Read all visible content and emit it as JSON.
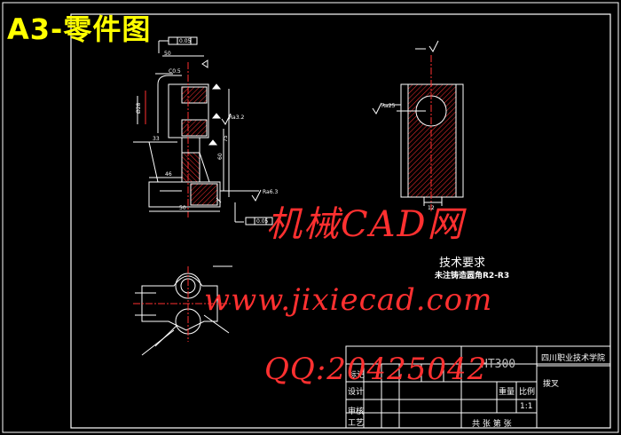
{
  "sheet_title": "A3-零件图",
  "watermark": {
    "site_name": "机械CAD网",
    "url": "www.jixiecad.com",
    "qq": "QQ:20425042"
  },
  "technical_requirements": {
    "heading": "技术要求",
    "note": "未注铸造圆角R2-R3"
  },
  "title_block": {
    "material": "HT300",
    "school": "四川职业技术学院",
    "drawing_label": "拨叉",
    "design_label": "设计",
    "process_label": "工艺",
    "review_label": "审核",
    "ratio_heading": "比例",
    "ratio_value": "1:1",
    "weight_heading": "重量",
    "sheets_label": "共 张  第 张",
    "mark_label": "标记"
  },
  "dimensions": {
    "d1": "Ø28",
    "d2": "33",
    "d3": "46",
    "d4": "50",
    "d5": "60",
    "d6": "75",
    "d7": "Ra3.2",
    "d8": "Ra6.3",
    "d9": "Ra25",
    "d10": "0.05",
    "d11": "C0.5",
    "d12": "12"
  }
}
